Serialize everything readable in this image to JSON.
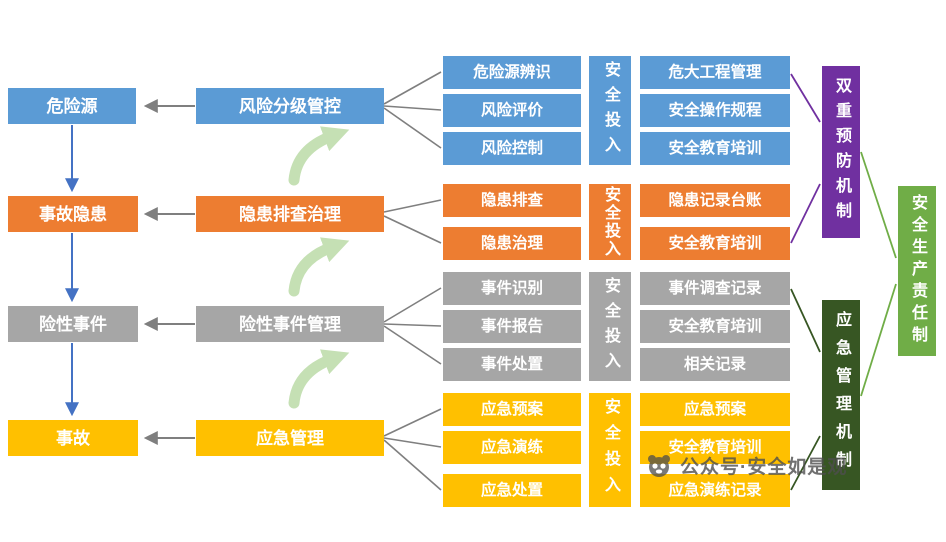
{
  "palette": {
    "blue": "#5B9BD5",
    "orange": "#ED7D31",
    "gray": "#A6A6A6",
    "yellow": "#FFC000",
    "purple": "#7030A0",
    "dark_green": "#375623",
    "green": "#70AD47",
    "arrow_blue": "#4472C4",
    "arrow_gray": "#7F7F7F",
    "escalation_green": "#C5E0B4"
  },
  "chain": [
    {
      "label": "危险源"
    },
    {
      "label": "事故隐患"
    },
    {
      "label": "险性事件"
    },
    {
      "label": "事故"
    }
  ],
  "processes": [
    {
      "label": "风险分级管控"
    },
    {
      "label": "隐患排查治理"
    },
    {
      "label": "险性事件管理"
    },
    {
      "label": "应急管理"
    }
  ],
  "groups": [
    {
      "steps": [
        "危险源辨识",
        "风险评价",
        "风险控制"
      ],
      "investment": "安全投入",
      "measures": [
        "危大工程管理",
        "安全操作规程",
        "安全教育培训"
      ]
    },
    {
      "steps": [
        "隐患排查",
        "隐患治理"
      ],
      "investment": "安全投入",
      "measures": [
        "隐患记录台账",
        "安全教育培训"
      ]
    },
    {
      "steps": [
        "事件识别",
        "事件报告",
        "事件处置"
      ],
      "investment": "安全投入",
      "measures": [
        "事件调查记录",
        "安全教育培训",
        "相关记录"
      ]
    },
    {
      "steps": [
        "应急预案",
        "应急演练",
        "应急处置"
      ],
      "investment": "安全投入",
      "measures": [
        "应急预案",
        "安全教育培训",
        "应急演练记录"
      ]
    }
  ],
  "mechanisms": [
    {
      "label": "双重预防机制"
    },
    {
      "label": "应急管理机制"
    }
  ],
  "responsibility": {
    "label": "安全生产责任制"
  },
  "watermark": {
    "text": "公众号·安全如是观"
  }
}
